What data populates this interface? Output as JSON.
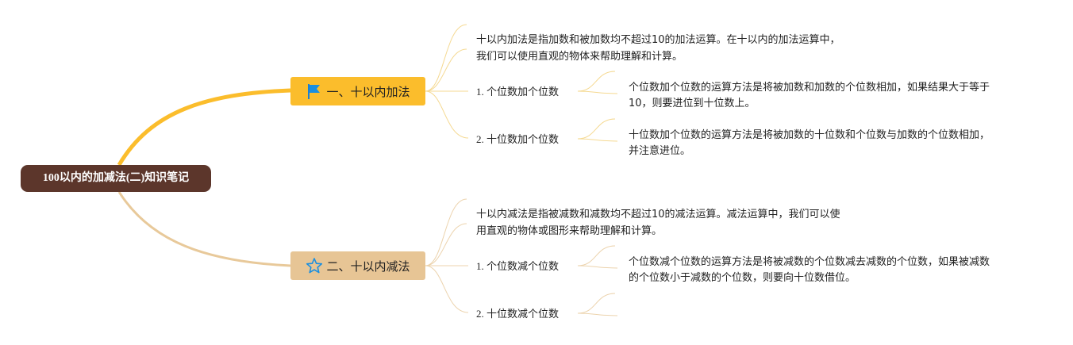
{
  "root": {
    "title": "100以内的加减法(二)知识笔记"
  },
  "colors": {
    "root": "#5c362b",
    "branch1": "#fbbd2c",
    "branch2": "#e7c595",
    "branch2_line": "#e8c99a",
    "sub_line": "#f5d991"
  },
  "branches": [
    {
      "label": "一、十以内加法",
      "icon": "flag-icon",
      "intro": [
        "十以内加法是指加数和被加数均不超过10的加法运算。在十以内的加法运算中，",
        "我们可以使用直观的物体来帮助理解和计算。"
      ],
      "items": [
        {
          "label": "1. 个位数加个位数",
          "desc": [
            "个位数加个位数的运算方法是将被加数和加数的个位数相加，如果结果大于等于",
            "10，则要进位到十位数上。"
          ]
        },
        {
          "label": "2. 十位数加个位数",
          "desc": [
            "十位数加个位数的运算方法是将被加数的十位数和个位数与加数的个位数相加，",
            "并注意进位。"
          ]
        }
      ]
    },
    {
      "label": "二、十以内减法",
      "icon": "star-icon",
      "intro": [
        "十以内减法是指被减数和减数均不超过10的减法运算。减法运算中，我们可以使",
        "用直观的物体或图形来帮助理解和计算。"
      ],
      "items": [
        {
          "label": "1. 个位数减个位数",
          "desc": [
            "个位数减个位数的运算方法是将被减数的个位数减去减数的个位数，如果被减数",
            "的个位数小于减数的个位数，则要向十位数借位。"
          ]
        },
        {
          "label": "2. 十位数减个位数",
          "desc": []
        }
      ]
    }
  ]
}
